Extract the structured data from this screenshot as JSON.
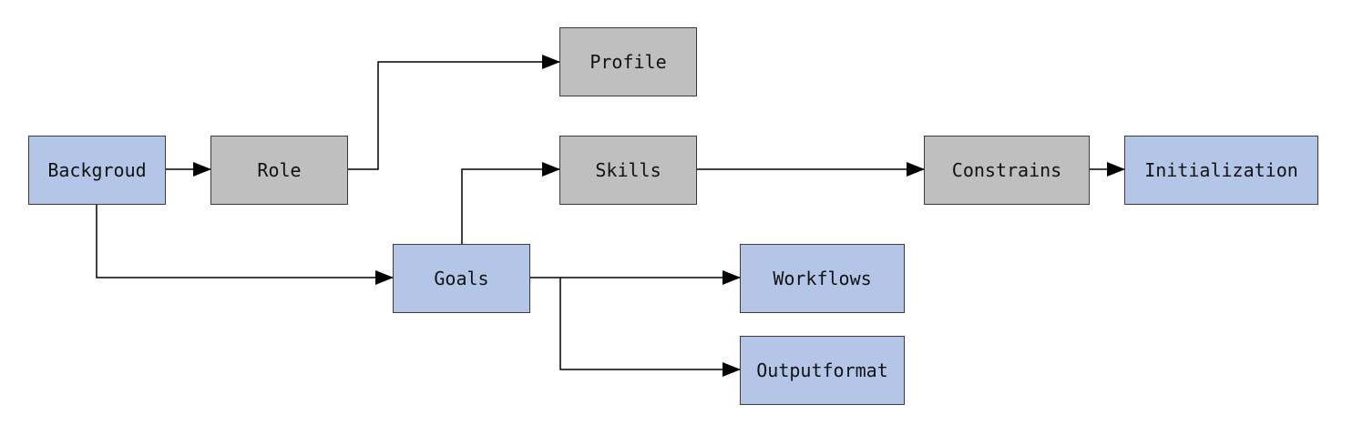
{
  "colors": {
    "blue_fill": "#b4c6e7",
    "gray_fill": "#bfbfbf",
    "line": "#000000"
  },
  "nodes": {
    "backgroud": "Backgroud",
    "role": "Role",
    "profile": "Profile",
    "skills": "Skills",
    "constrains": "Constrains",
    "initialization": "Initialization",
    "goals": "Goals",
    "workflows": "Workflows",
    "outputformat": "Outputformat"
  },
  "edges": [
    {
      "from": "Backgroud",
      "to": "Role"
    },
    {
      "from": "Role",
      "to": "Profile"
    },
    {
      "from": "Backgroud",
      "to": "Goals"
    },
    {
      "from": "Goals",
      "to": "Skills"
    },
    {
      "from": "Skills",
      "to": "Constrains"
    },
    {
      "from": "Constrains",
      "to": "Initialization"
    },
    {
      "from": "Goals",
      "to": "Workflows"
    },
    {
      "from": "Goals",
      "to": "Outputformat"
    }
  ]
}
